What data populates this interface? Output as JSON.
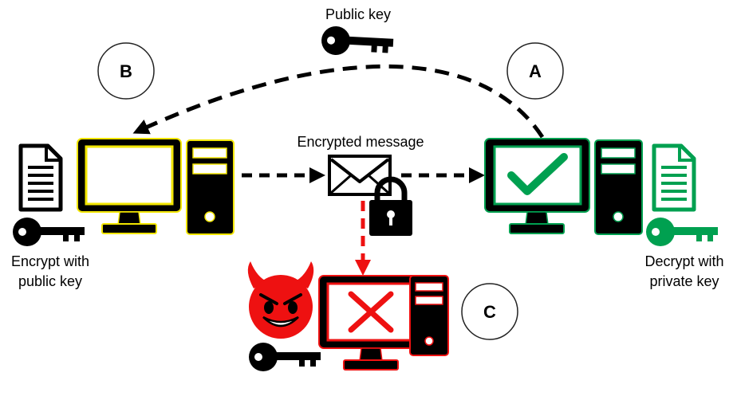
{
  "labels": {
    "public_key": "Public key",
    "encrypted_message": "Encrypted message",
    "encrypt_line1": "Encrypt with",
    "encrypt_line2": "public key",
    "decrypt_line1": "Decrypt with",
    "decrypt_line2": "private key"
  },
  "circles": {
    "a": "A",
    "b": "B",
    "c": "C"
  },
  "icons": {
    "key": "key-icon",
    "document": "document-icon",
    "monitor": "monitor-icon",
    "tower": "computer-tower-icon",
    "envelope": "envelope-icon",
    "lock": "padlock-icon",
    "checkmark": "checkmark-icon",
    "cross": "cross-icon",
    "devil": "devil-face-icon"
  },
  "colors": {
    "sender": "#f2e600",
    "receiver": "#00a050",
    "attacker": "#ee1111",
    "arrow": "#000000"
  }
}
